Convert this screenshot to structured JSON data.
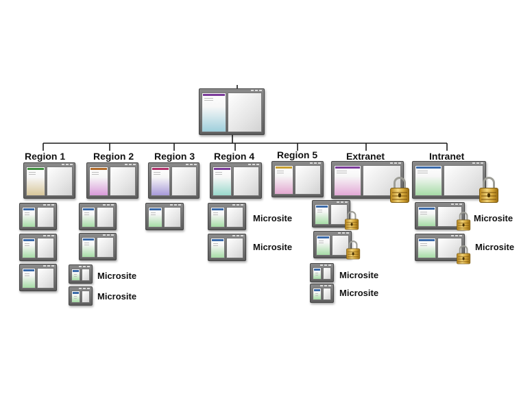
{
  "regions": [
    {
      "label": "Region 1"
    },
    {
      "label": "Region 2"
    },
    {
      "label": "Region 3"
    },
    {
      "label": "Region 4"
    },
    {
      "label": "Region 5"
    },
    {
      "label": "Extranet"
    },
    {
      "label": "Intranet"
    }
  ],
  "microsite_label": "Microsite",
  "icons": {
    "window": "website-window-icon",
    "lock": "padlock-icon"
  },
  "colors": {
    "root": "#9ecfdc",
    "region1": "#d8c79a",
    "region2": "#d99ad9",
    "region3": "#a79ad9",
    "region4": "#9ad9cc",
    "region5": "#e3a8d0",
    "extranet": "#e3a8d6",
    "intranet": "#a6dca6",
    "microsite": "#a6dca6",
    "lock_gold": "#e0b445"
  }
}
